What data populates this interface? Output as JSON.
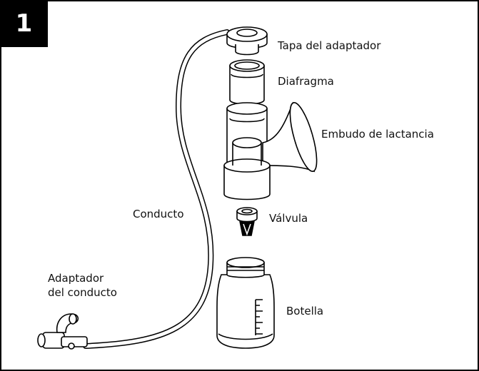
{
  "step_number": "1",
  "labels": {
    "tapa_adaptador": "Tapa del adaptador",
    "diafragma": "Diafragma",
    "embudo": "Embudo de lactancia",
    "conducto": "Conducto",
    "valvula": "Válvula",
    "adaptador_line1": "Adaptador",
    "adaptador_line2": "del conducto",
    "botella": "Botella"
  }
}
